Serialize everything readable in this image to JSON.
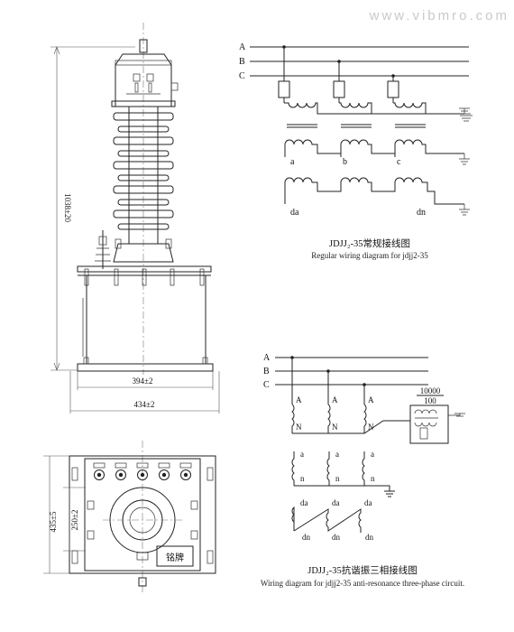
{
  "watermark": "www.vibmro.com",
  "front_view": {
    "height_dim": "1038±20",
    "width_dim_1": "394±2",
    "width_dim_2": "434±2"
  },
  "top_view": {
    "height_dim_1": "435±5",
    "height_dim_2": "250±2",
    "nameplate": "铭牌"
  },
  "diagram1": {
    "phase_labels": [
      "A",
      "B",
      "C"
    ],
    "secondary_labels": [
      "a",
      "b",
      "c"
    ],
    "open_delta_labels": [
      "da",
      "dn"
    ],
    "title": "JDJJ₂-35常规接线图",
    "subtitle": "Regular wiring diagram for jdjj2-35"
  },
  "diagram2": {
    "phase_labels": [
      "A",
      "B",
      "C"
    ],
    "primary_top": [
      "A",
      "A",
      "A"
    ],
    "primary_bottom": [
      "N",
      "N",
      "N"
    ],
    "sec_top": [
      "a",
      "a",
      "a"
    ],
    "sec_bottom": [
      "n",
      "n",
      "n"
    ],
    "delta_top": [
      "da",
      "da",
      "da"
    ],
    "delta_bottom": [
      "dn",
      "dn",
      "dn"
    ],
    "ratio_top": "10000",
    "ratio_bottom": "100",
    "title": "JDJJ₂-35抗谐振三相接线图",
    "subtitle": "Wiring diagram for jdjj2-35 anti-resonance three-phase circuit."
  }
}
